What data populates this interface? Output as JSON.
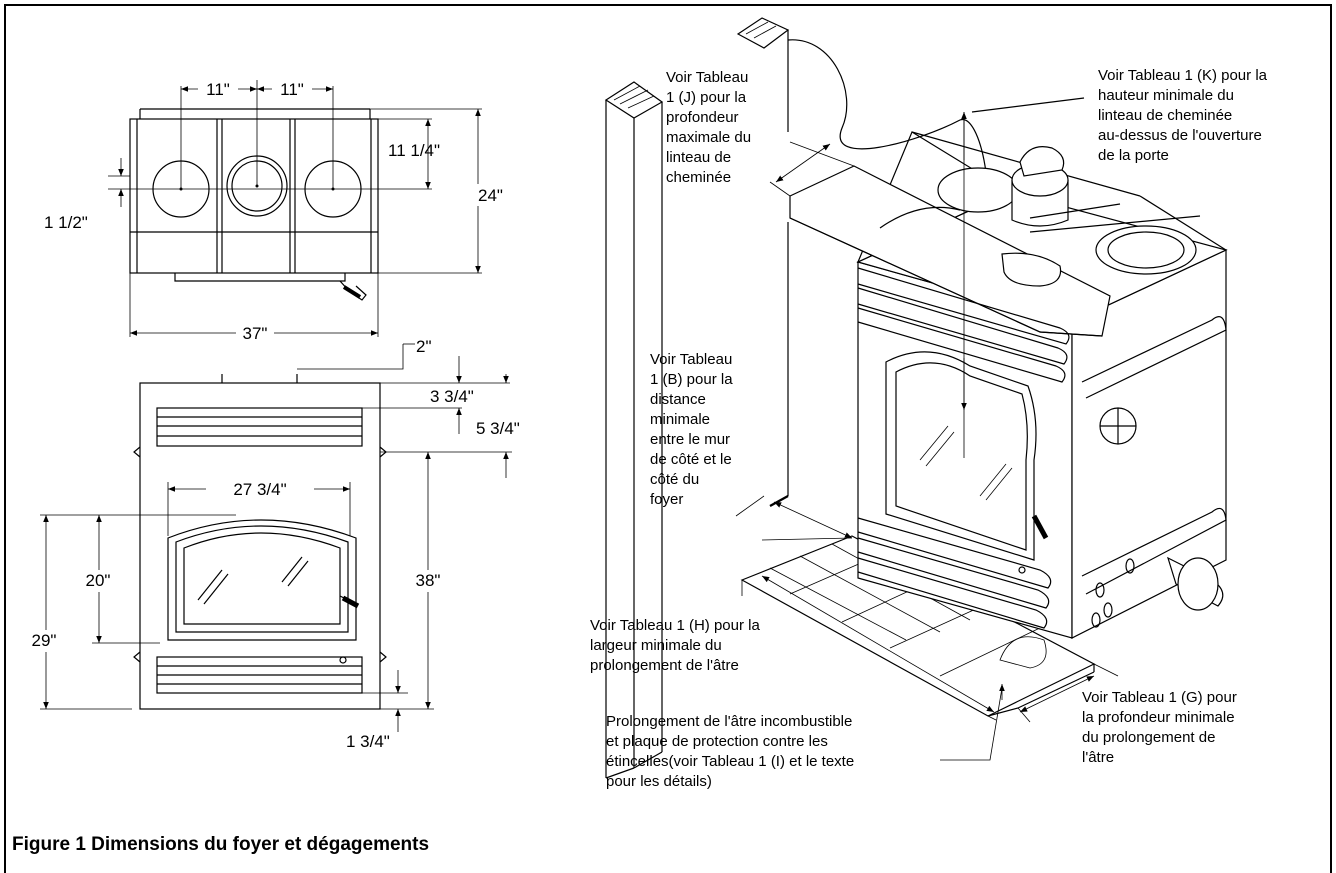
{
  "dimensions": {
    "top_spacing_left": "11\"",
    "top_spacing_right": "11\"",
    "top_depth_offset": "11 1/4\"",
    "top_side_offset": "1 1/2\"",
    "top_height": "24\"",
    "top_width": "37\"",
    "front_top_offset": "2\"",
    "front_louver_top": "3 3/4\"",
    "front_louver_height": "5 3/4\"",
    "front_door_width": "27 3/4\"",
    "front_door_height": "20\"",
    "front_total_height": "38\"",
    "front_height_to_door": "29\"",
    "front_bottom_offset": "1 3/4\""
  },
  "labels": {
    "J": [
      "Voir Tableau",
      "1 (J) pour la",
      "profondeur",
      "maximale du",
      "linteau de",
      "cheminée"
    ],
    "K": [
      "Voir Tableau 1 (K) pour la",
      "hauteur minimale du",
      "linteau de cheminée",
      "au-dessus de l'ouverture",
      "de la porte"
    ],
    "B": [
      "Voir Tableau",
      "1 (B) pour la",
      "distance",
      "minimale",
      "entre le mur",
      "de côté et le",
      "côté du",
      "foyer"
    ],
    "H": [
      "Voir Tableau 1 (H) pour la",
      "largeur minimale du",
      "prolongement de l'âtre"
    ],
    "G": [
      "Voir Tableau 1 (G) pour",
      "la profondeur minimale",
      "du prolongement de",
      "l'âtre"
    ],
    "I": [
      "Prolongement de l'âtre incombustible",
      "et plaque de protection contre les",
      "étincelles(voir Tableau 1 (I) et le texte",
      "pour les détails)"
    ]
  },
  "caption": "Figure 1 Dimensions du foyer et dégagements"
}
